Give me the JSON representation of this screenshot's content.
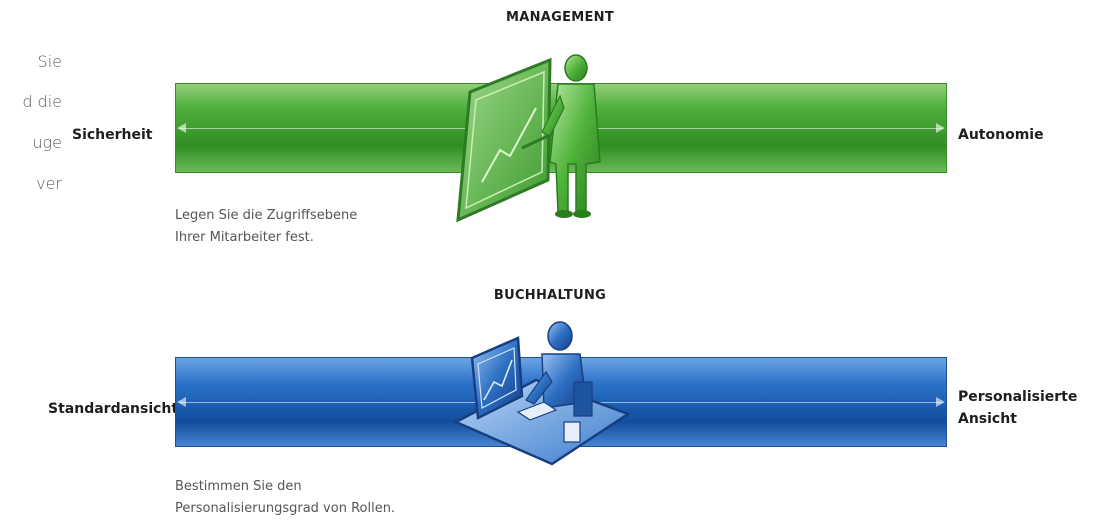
{
  "intro_fragments": [
    "Sie",
    "d die",
    "uge",
    "ver"
  ],
  "management": {
    "title": "MANAGEMENT",
    "left_label": "Sicherheit",
    "right_label": "Autonomie",
    "caption_lines": [
      "Legen Sie die Zugriffsebene",
      "Ihrer Mitarbeiter fest."
    ],
    "bar_color": "#3a9a2c",
    "figure_icon": "presenter-with-board-icon"
  },
  "accounting": {
    "title": "BUCHHALTUNG",
    "left_label": "Standardansicht",
    "right_label_lines": [
      "Personalisierte",
      "Ansicht"
    ],
    "caption_lines": [
      "Bestimmen Sie den",
      "Personalisierungsgrad von Rollen."
    ],
    "bar_color": "#1a5bb0",
    "figure_icon": "person-at-desk-computer-icon"
  }
}
